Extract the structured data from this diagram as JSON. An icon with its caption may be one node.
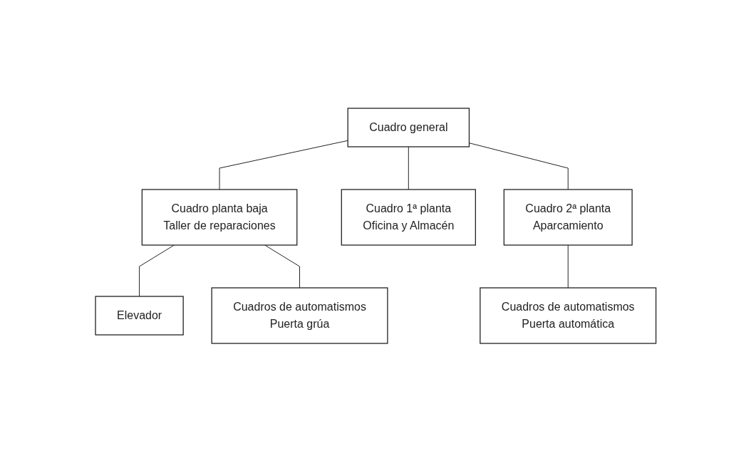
{
  "diagram": {
    "nodes": [
      {
        "text": [
          "Cuadro general"
        ]
      },
      {
        "text": [
          "Cuadro planta baja",
          "Taller de reparaciones"
        ]
      },
      {
        "text": [
          "Cuadro 1ª planta",
          "Oficina y Almacén"
        ]
      },
      {
        "text": [
          "Cuadro 2ª planta",
          "Aparcamiento"
        ]
      },
      {
        "text": [
          "Elevador"
        ]
      },
      {
        "text": [
          "Cuadros de automatismos",
          "Puerta grúa"
        ]
      },
      {
        "text": [
          "Cuadros de automatismos",
          "Puerta automática"
        ]
      }
    ],
    "edges": [
      {
        "from": 0,
        "to": 1,
        "arrow": "none"
      },
      {
        "from": 0,
        "to": 2,
        "arrow": "none"
      },
      {
        "from": 0,
        "to": 3,
        "arrow": "none"
      },
      {
        "from": 1,
        "to": 4,
        "arrow": "none"
      },
      {
        "from": 1,
        "to": 5,
        "arrow": "none"
      },
      {
        "from": 3,
        "to": 6,
        "arrow": "none"
      }
    ]
  }
}
